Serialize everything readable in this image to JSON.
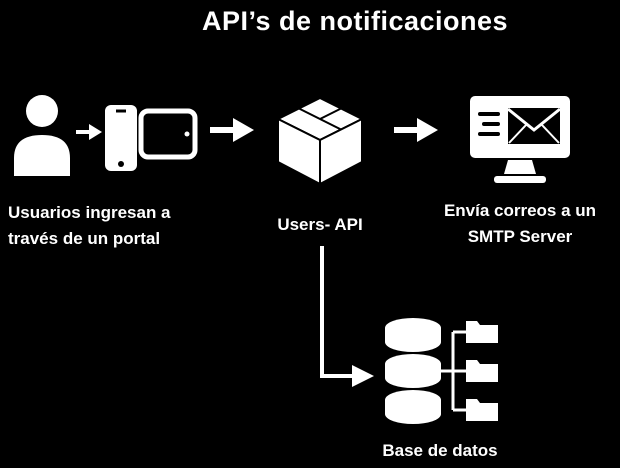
{
  "title": "API’s de notificaciones",
  "colors": {
    "background": "#000000",
    "foreground": "#ffffff"
  },
  "nodes": {
    "portal": {
      "line1": "Usuarios ingresan a",
      "line2": "través de un portal",
      "icons": [
        "user-icon",
        "small-right-arrow-icon",
        "smartphone-icon",
        "tablet-icon"
      ]
    },
    "users_api": {
      "label": "Users- API",
      "icon": "package-box-icon"
    },
    "smtp": {
      "line1": "Envía correos a un",
      "line2": "SMTP Server",
      "icon": "monitor-email-icon"
    },
    "database": {
      "label": "Base de datos",
      "icons": [
        "database-cylinders-icon",
        "folder-icon",
        "folder-icon",
        "folder-icon"
      ]
    }
  },
  "connectors": [
    "arrow-user-to-devices",
    "arrow-portal-to-api",
    "arrow-api-to-smtp",
    "elbow-arrow-api-to-database",
    "database-to-folders-links"
  ]
}
